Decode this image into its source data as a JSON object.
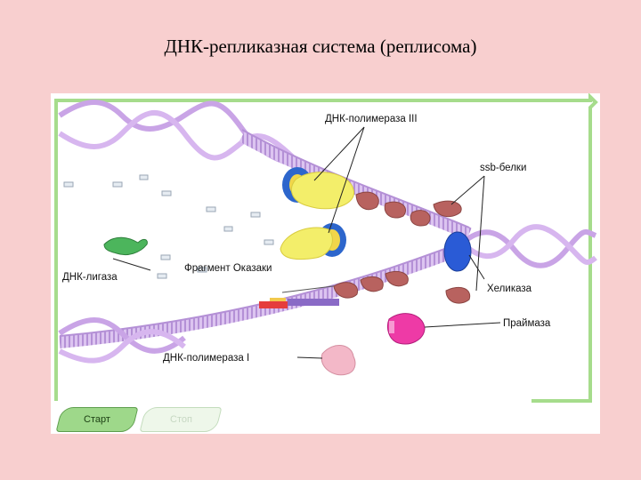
{
  "slide": {
    "title": "ДНК-репликазная система (реплисома)"
  },
  "diagram": {
    "labels": {
      "polymerase3": "ДНК-полимераза III",
      "ssb": "ssb-белки",
      "ligase": "ДНК-лигаза",
      "okazaki": "Фрагмент Оказаки",
      "helicase": "Хеликаза",
      "primase": "Праймаза",
      "polymerase1": "ДНК-полимераза I"
    },
    "colors": {
      "dna_strand": "#c9a4e6",
      "polymerase": "#f3ee6a",
      "clamp": "#2d66cc",
      "ssb_protein": "#b8625f",
      "helicase": "#2a5bd6",
      "primase": "#ee3aa6",
      "ligase": "#4cb55c",
      "polymerase1": "#f3b8c8",
      "frame": "#a6dc8c"
    }
  },
  "controls": {
    "start_label": "Старт",
    "stop_label": "Стоп"
  }
}
